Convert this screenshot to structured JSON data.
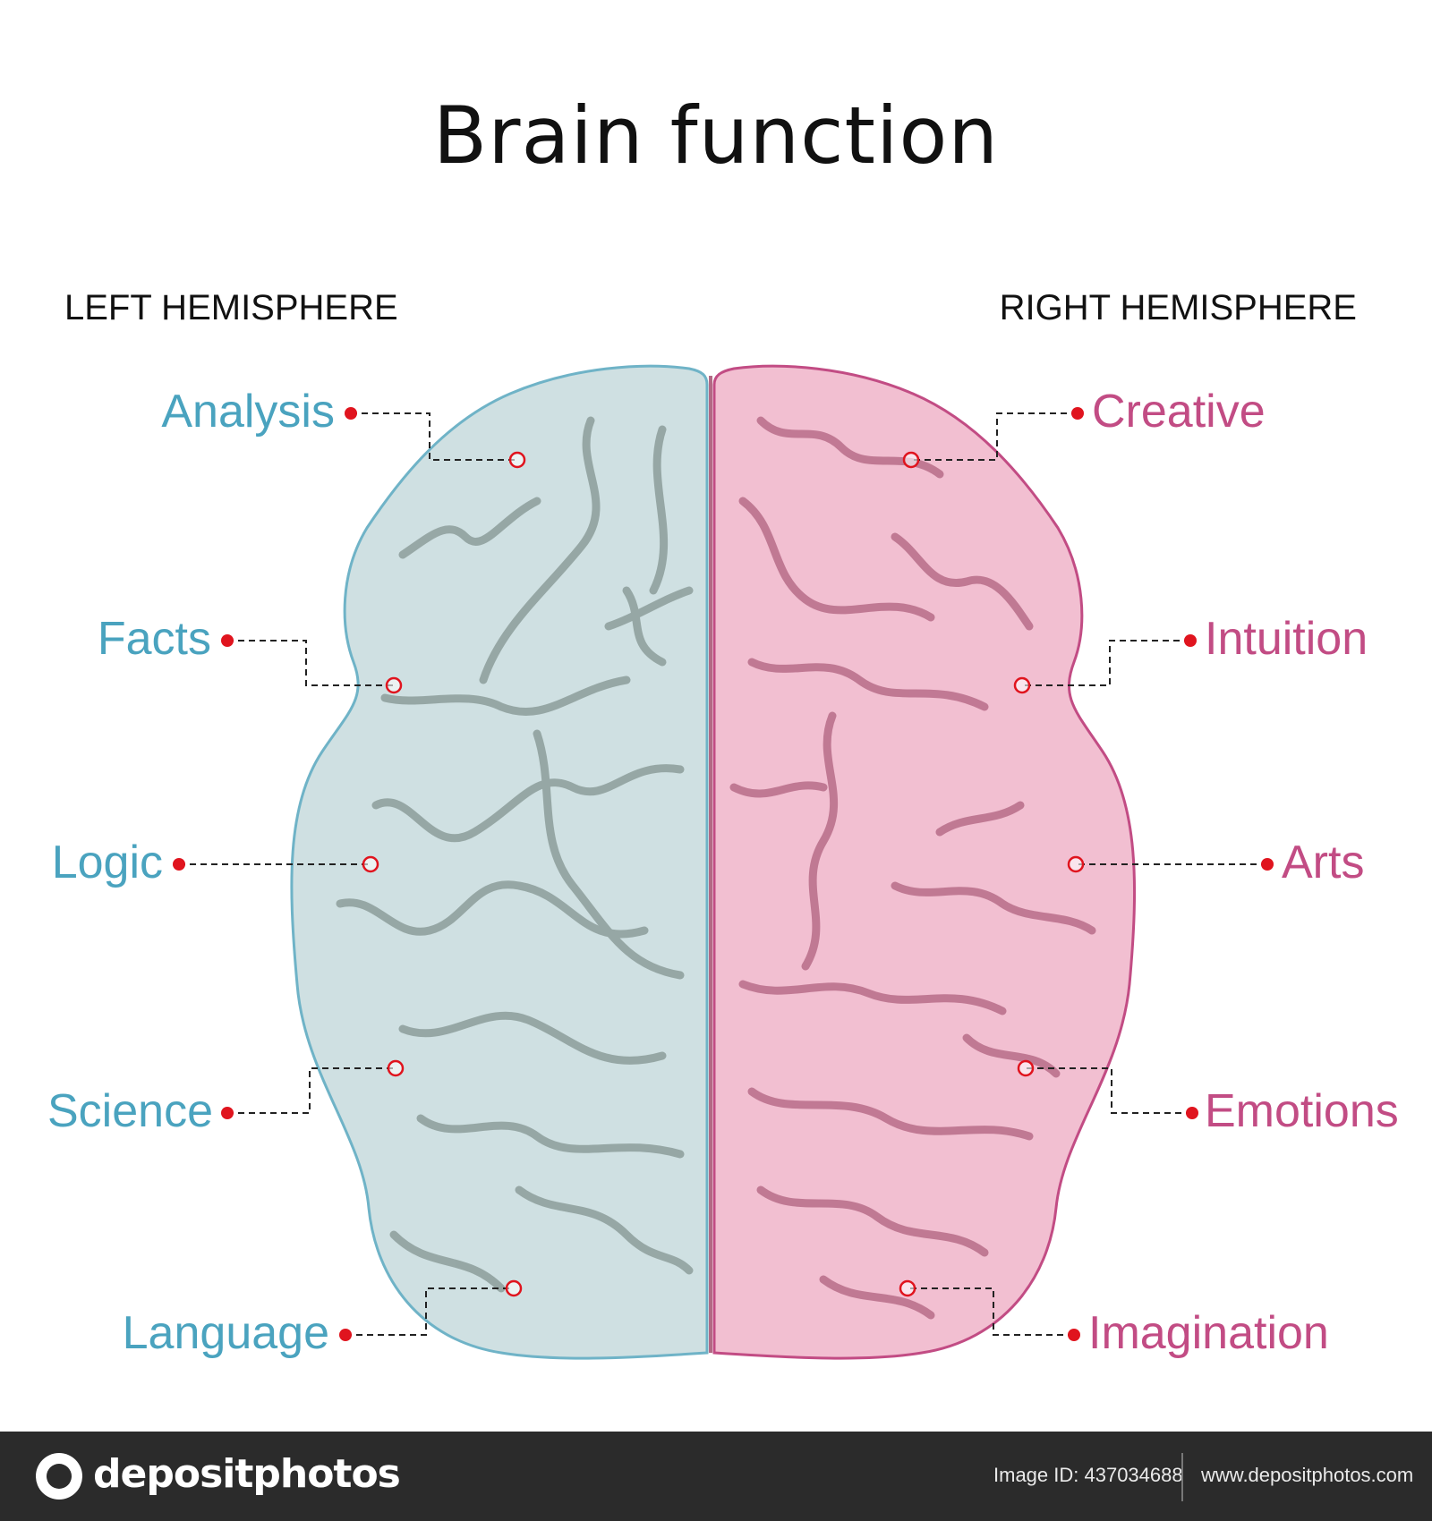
{
  "title": "Brain function",
  "left_hemisphere": {
    "label": "LEFT HEMISPHERE",
    "color": "#4aa3bf",
    "fill": "#cfe0e2",
    "functions": [
      "Analysis",
      "Facts",
      "Logic",
      "Science",
      "Language"
    ]
  },
  "right_hemisphere": {
    "label": "RIGHT HEMISPHERE",
    "color": "#c24c84",
    "fill": "#f2bfd1",
    "functions": [
      "Creative",
      "Intuition",
      "Arts",
      "Emotions",
      "Imagination"
    ]
  },
  "marker_color": "#e0141e",
  "footer": {
    "logo": "depositphotos",
    "image_id": "Image ID: 437034688",
    "url": "www.depositphotos.com"
  }
}
